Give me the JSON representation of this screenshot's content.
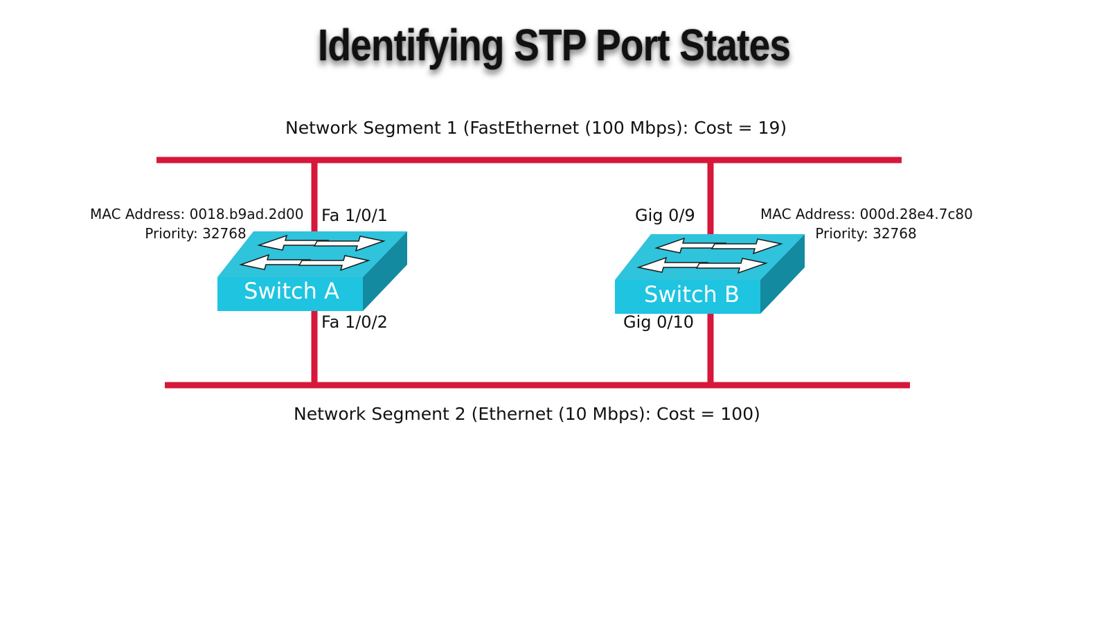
{
  "title": "Identifying STP Port States",
  "colors": {
    "link": "#d6183a",
    "switch_front": "#1ec4e0",
    "switch_top": "#2fc3dc",
    "switch_side": "#148aa0",
    "text": "#111111"
  },
  "segments": {
    "segment1": "Network Segment 1 (FastEthernet (100 Mbps): Cost = 19)",
    "segment2": "Network Segment 2 (Ethernet (10 Mbps): Cost = 100)"
  },
  "switch_a": {
    "label": "Switch A",
    "mac": "MAC Address: 0018.b9ad.2d00",
    "priority": "Priority: 32768",
    "port_top": "Fa 1/0/1",
    "port_bottom": "Fa 1/0/2",
    "icon": "switch-icon"
  },
  "switch_b": {
    "label": "Switch B",
    "mac": "MAC Address: 000d.28e4.7c80",
    "priority": "Priority: 32768",
    "port_top": "Gig 0/9",
    "port_bottom": "Gig 0/10",
    "icon": "switch-icon"
  }
}
